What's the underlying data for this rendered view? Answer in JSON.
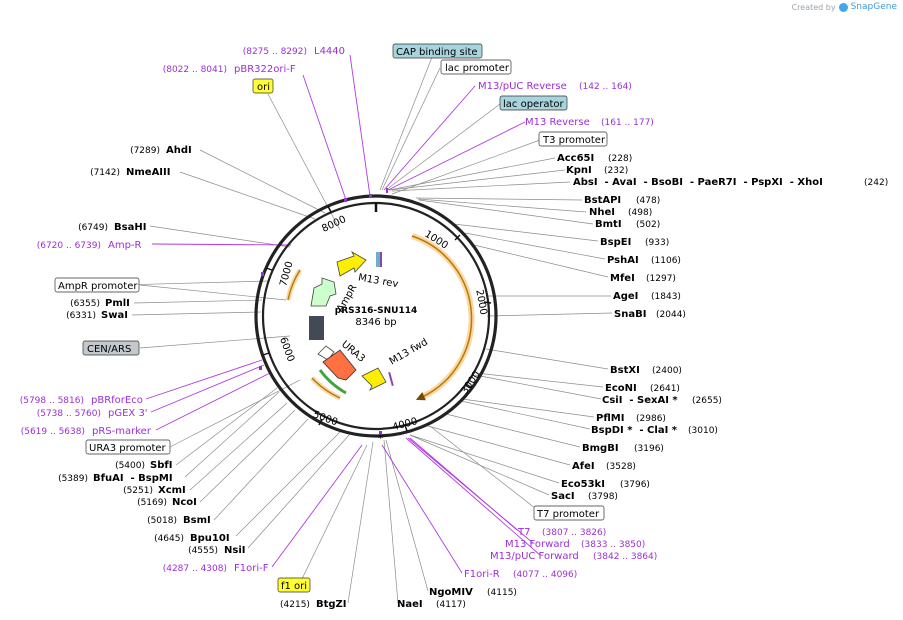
{
  "brand": {
    "created_by": "Created by",
    "name": "SnapGene"
  },
  "plasmid": {
    "name": "pRS316-SNU114",
    "length_label": "8346 bp"
  },
  "ticks": [
    "1000",
    "2000",
    "3000",
    "4000",
    "5000",
    "6000",
    "7000",
    "8000"
  ],
  "inner_features": [
    {
      "name": "M13 rev",
      "label": "M13 rev"
    },
    {
      "name": "AmpR",
      "label": "AmpR"
    },
    {
      "name": "URA3",
      "label": "URA3"
    },
    {
      "name": "M13 fwd",
      "label": "M13 fwd"
    }
  ],
  "boxed_labels": [
    {
      "text": "CAP binding site",
      "style": "blue"
    },
    {
      "text": "lac promoter",
      "style": "white"
    },
    {
      "text": "lac operator",
      "style": "blue"
    },
    {
      "text": "T3 promoter",
      "style": "white"
    },
    {
      "text": "ori",
      "style": "yellow"
    },
    {
      "text": "AmpR promoter",
      "style": "white"
    },
    {
      "text": "CEN/ARS",
      "style": "gray"
    },
    {
      "text": "URA3 promoter",
      "style": "white"
    },
    {
      "text": "T7 promoter",
      "style": "white"
    },
    {
      "text": "f1 ori",
      "style": "yellow"
    }
  ],
  "right_enzymes": [
    {
      "name": "Acc65I",
      "pos": "(228)"
    },
    {
      "name": "KpnI",
      "pos": "(232)"
    },
    {
      "name": "AbsI  - AvaI  - BsoBI  - PaeR7I  - PspXI  - XhoI",
      "pos": "(242)"
    },
    {
      "name": "BstAPI",
      "pos": "(478)"
    },
    {
      "name": "NheI",
      "pos": "(498)"
    },
    {
      "name": "BmtI",
      "pos": "(502)"
    },
    {
      "name": "BspEI",
      "pos": "(933)"
    },
    {
      "name": "PshAI",
      "pos": "(1106)"
    },
    {
      "name": "MfeI",
      "pos": "(1297)"
    },
    {
      "name": "AgeI",
      "pos": "(1843)"
    },
    {
      "name": "SnaBI",
      "pos": "(2044)"
    },
    {
      "name": "BstXI",
      "pos": "(2400)"
    },
    {
      "name": "EcoNI",
      "pos": "(2641)"
    },
    {
      "name": "CsiI  - SexAI *",
      "pos": "(2655)"
    },
    {
      "name": "PflMI",
      "pos": "(2986)"
    },
    {
      "name": "BspDI *  - ClaI *",
      "pos": "(3010)"
    },
    {
      "name": "BmgBI",
      "pos": "(3196)"
    },
    {
      "name": "AfeI",
      "pos": "(3528)"
    },
    {
      "name": "Eco53kI",
      "pos": "(3796)"
    },
    {
      "name": "SacI",
      "pos": "(3798)"
    }
  ],
  "right_primers": [
    {
      "name": "M13/pUC Reverse",
      "range": "(142 .. 164)"
    },
    {
      "name": "M13 Reverse",
      "range": "(161 .. 177)"
    },
    {
      "name": "T7",
      "range": "(3807 .. 3826)"
    },
    {
      "name": "M13 Forward",
      "range": "(3833 .. 3850)"
    },
    {
      "name": "M13/pUC Forward",
      "range": "(3842 .. 3864)"
    },
    {
      "name": "F1ori-R",
      "range": "(4077 .. 4096)"
    }
  ],
  "bottom_enzymes": [
    {
      "name": "NgoMIV",
      "pos": "(4115)"
    },
    {
      "name": "NaeI",
      "pos": "(4117)"
    },
    {
      "name": "BtgZI",
      "pos": "(4215)"
    }
  ],
  "left_enzymes": [
    {
      "name": "AhdI",
      "pos": "(7289)"
    },
    {
      "name": "NmeAIII",
      "pos": "(7142)"
    },
    {
      "name": "BsaHI",
      "pos": "(6749)"
    },
    {
      "name": "PmlI",
      "pos": "(6355)"
    },
    {
      "name": "SwaI",
      "pos": "(6331)"
    },
    {
      "name": "SbfI",
      "pos": "(5400)"
    },
    {
      "name": "BfuAI  - BspMI",
      "pos": "(5389)"
    },
    {
      "name": "XcmI",
      "pos": "(5251)"
    },
    {
      "name": "NcoI",
      "pos": "(5169)"
    },
    {
      "name": "BsmI",
      "pos": "(5018)"
    },
    {
      "name": "Bpu10I",
      "pos": "(4645)"
    },
    {
      "name": "NsiI",
      "pos": "(4555)"
    }
  ],
  "left_primers": [
    {
      "name": "L4440",
      "range": "(8275 .. 8292)"
    },
    {
      "name": "pBR322ori-F",
      "range": "(8022 .. 8041)"
    },
    {
      "name": "Amp-R",
      "range": "(6720 .. 6739)"
    },
    {
      "name": "pBRforEco",
      "range": "(5798 .. 5816)"
    },
    {
      "name": "pGEX 3'",
      "range": "(5738 .. 5760)"
    },
    {
      "name": "pRS-marker",
      "range": "(5619 .. 5638)"
    },
    {
      "name": "F1ori-F",
      "range": "(4287 .. 4308)"
    }
  ]
}
